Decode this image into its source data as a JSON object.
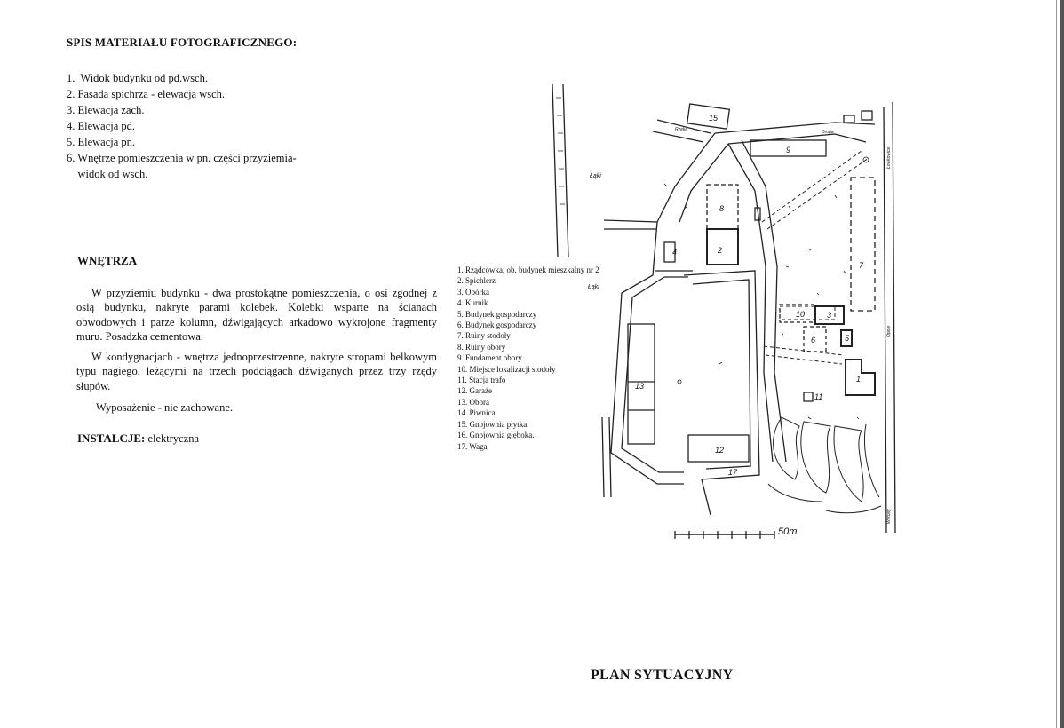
{
  "heading": "SPIS MATERIAŁU FOTOGRAFICZNEGO:",
  "photo_list": [
    "1.  Widok budynku od pd.wsch.",
    "2. Fasada spichrza - elewacja wsch.",
    "3. Elewacja zach.",
    "4. Elewacja pd.",
    "5. Elewacja pn.",
    "6. Wnętrze pomieszczenia w pn. części przyziemia-",
    "    widok od wsch."
  ],
  "interior": {
    "heading": "WNĘTRZA",
    "paragraph_1": "W przyziemiu budynku - dwa prostokątne pomieszczenia, o osi zgodnej z osią budynku, nakryte parami kolebek. Kolebki wsparte na ścianach obwodowych i parze kolumn, dźwigających arkadowo wykrojone fragmenty muru. Posadzka cementowa.",
    "paragraph_2": "W kondygnacjach - wnętrza jednoprzestrzenne, nakryte stropami belkowym typu nagiego, leżącymi na trzech podciągach dźwiganych przez trzy rzędy słupów.",
    "paragraph_3": "Wyposażenie - nie zachowane."
  },
  "installations": {
    "label": "INSTALCJE:",
    "value": "elektryczna"
  },
  "legend": [
    "1. Rządcówka, ob. budynek mieszkalny nr 2",
    "2. Spichlerz",
    "3. Obórka",
    "4. Kurnik",
    "5. Budynek gospodarczy",
    "6.  Budynek gospodarczy",
    "7. Ruiny stodoły",
    "8.  Ruiny obory",
    "9. Fundament obory",
    "10. Miejsce lokalizacji stodoły",
    "11. Stacja trafo",
    "12. Garaże",
    "13. Obora",
    "14. Piwnica",
    "15. Gnojownia płytka",
    "16. Gnojownia głęboka.",
    "17. Waga"
  ],
  "map": {
    "building_numbers": [
      "15",
      "9",
      "8",
      "2",
      "4",
      "7",
      "10",
      "3",
      "6",
      "5",
      "1",
      "11",
      "13",
      "12",
      "17"
    ],
    "area_labels": [
      "Łąki",
      "Łąki"
    ],
    "road_labels": [
      "Rzeka",
      "Droga",
      "Łowkowice",
      "Opole",
      "Wrzosy"
    ],
    "scale_label": "50m"
  },
  "plan_title": "PLAN SYTUACYJNY"
}
